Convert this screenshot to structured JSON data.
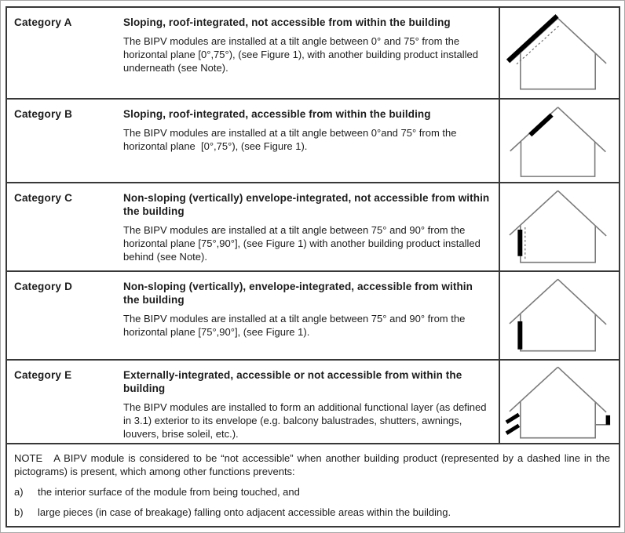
{
  "document": {
    "kind": "bipv-category-table",
    "rows": [
      {
        "category": "Category A",
        "title": "Sloping, roof-integrated, not accessible from within the building",
        "description": "The BIPV modules are installed at a tilt angle between 0° and 75° from the horizontal plane [0°,75°), (see Figure 1), with another building product installed underneath (see Note).",
        "pictogram": "house-roof-module-with-dashed-underlayer-icon"
      },
      {
        "category": "Category B",
        "title": "Sloping, roof-integrated, accessible from within the building",
        "description": "The BIPV modules are installed at a tilt angle between 0°and 75° from the horizontal plane  [0°,75°), (see Figure 1).",
        "pictogram": "house-roof-module-icon"
      },
      {
        "category": "Category C",
        "title": "Non-sloping (vertically) envelope-integrated, not accessible from within the building",
        "description": "The BIPV modules are installed at a tilt angle between 75° and 90° from the horizontal plane [75°,90°], (see Figure 1) with another building product installed behind (see Note).",
        "pictogram": "house-wall-module-with-dashed-backing-icon"
      },
      {
        "category": "Category D",
        "title": "Non-sloping (vertically), envelope-integrated, accessible from within the building",
        "description": "The BIPV modules are installed at a tilt angle between 75° and 90° from the horizontal plane [75°,90°], (see Figure 1).",
        "pictogram": "house-wall-module-icon"
      },
      {
        "category": "Category E",
        "title": "Externally-integrated, accessible or not accessible from within the building",
        "description": "The BIPV modules are installed to form an additional functional layer (as defined in 3.1) exterior to its envelope (e.g. balcony balustrades, shutters, awnings, louvers, brise soleil, etc.).",
        "pictogram": "house-external-louvers-and-balustrade-icon"
      }
    ],
    "note": {
      "lead": "NOTE   A BIPV module is considered to be “not accessible” when another building product (represented by a dashed line in the pictograms) is present, which among other functions prevents:",
      "items": [
        {
          "label": "a)",
          "text": "the interior surface of the module from being touched, and"
        },
        {
          "label": "b)",
          "text": "large pieces (in case of breakage) falling onto adjacent accessible areas within the building."
        }
      ]
    },
    "colors": {
      "table_border": "#383838",
      "house_outline": "#7a7a7a",
      "module_fill": "#000000",
      "dashed_line": "#6e6e6e",
      "text": "#1c1c1c"
    }
  }
}
